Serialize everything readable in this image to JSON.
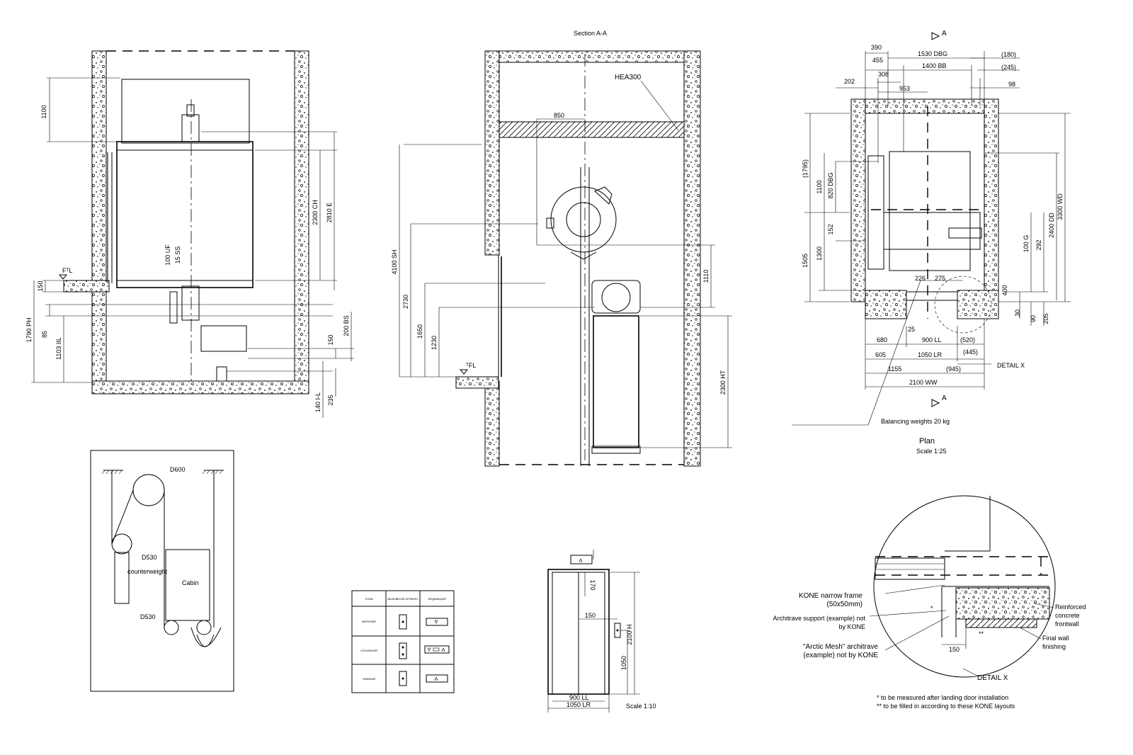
{
  "side_view": {
    "dims": {
      "d1100": "1100",
      "ch": "2300 CH",
      "e": "2810 E",
      "uf": "100 UF",
      "ss": "15 SS",
      "d150": "150",
      "ph": "1790 PH",
      "d85": "85",
      "il": "1103 IIL",
      "d150b": "150",
      "bs": "200 BS",
      "d235": "235",
      "l140": "140 I-L"
    },
    "floor_mark": "FᵀL"
  },
  "section": {
    "title": "Section A-A",
    "beam": "HEA300",
    "dims": {
      "d850": "850",
      "sh": "4100 SH",
      "d2730": "2730",
      "d1650": "1650",
      "d1230": "1230",
      "d1110": "1110",
      "ht": "2300 HT"
    },
    "floor_mark": "ᵀFL"
  },
  "plan": {
    "title": "Plan",
    "scale": "Scale 1:25",
    "section_mark": "A",
    "balancing": "Balancing weights 20 kg",
    "detail_ref": "DETAIL X",
    "dims": {
      "d390": "390",
      "dbg": "1530 DBG",
      "d180": "(180)",
      "d455": "455",
      "bb": "1400 BB",
      "d245": "(245)",
      "d308": "308",
      "d202": "202",
      "d953": "953",
      "d98": "98",
      "d1795": "(1795)",
      "d1100": "1100",
      "dbg820": "820 DBG",
      "d152": "152",
      "d1505": "1505",
      "d1300": "1300",
      "dd": "2400 DD",
      "wd": "3300 WD",
      "g": "100 G",
      "d292": "292",
      "d226": "226",
      "d275": "275",
      "d400": "400",
      "d30": "30",
      "d90": "90",
      "d205": "205",
      "d25": "25",
      "d680": "680",
      "ll": "900 LL",
      "d520": "(520)",
      "d605": "605",
      "lr": "1050 LR",
      "d445": "(445)",
      "d1155": "1155",
      "d945": "(945)",
      "ww": "2100 WW"
    }
  },
  "roping": {
    "d600": "D600",
    "d530a": "D530",
    "d530b": "D530",
    "counterweight": "counterweight",
    "cabin": "Cabin"
  },
  "buttons_table": {
    "headers": [
      "ЭТАЖ",
      "ВЫЗЫВНОЙ АППАРАТ",
      "ИНДИКАЦИЯ"
    ],
    "rows": [
      "ВЕРХНИЙ",
      "ОСНОВНОЙ",
      "НИЖНИЙ"
    ]
  },
  "door": {
    "dims": {
      "d170": "170",
      "d150": "150",
      "h": "2100 H",
      "d1050": "1050",
      "ll": "900 LL",
      "lr": "1050 LR"
    },
    "scale": "Scale 1:10"
  },
  "detail": {
    "frame": "KONE narrow frame",
    "frame_size": "(50x50mm)",
    "support1": "Architrave support (example) not",
    "support2": "by KONE",
    "mesh1": "\"Arctic Mesh\" architrave",
    "mesh2": "(example) not by KONE",
    "reinf1": "Reinforced",
    "reinf2": "concrete",
    "reinf3": "frontwall",
    "final1": "Final wall",
    "final2": "finishing",
    "d150": "150",
    "star": "*",
    "star2": "**",
    "title": "DETAIL X",
    "note1": "* to be measured after landing door installation",
    "note2": "** to be filled in according to these KONE layouts"
  }
}
